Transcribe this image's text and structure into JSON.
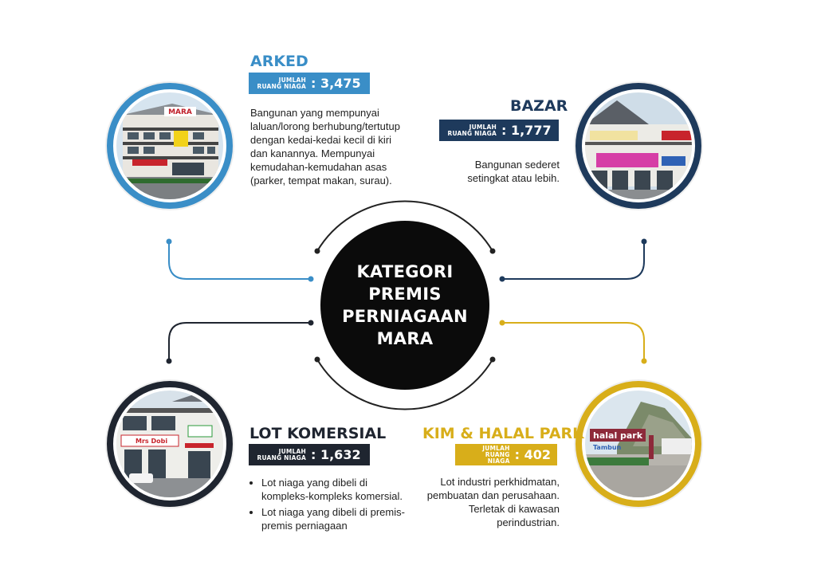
{
  "center": {
    "title": "KATEGORI PREMIS PERNIAGAAN MARA"
  },
  "colors": {
    "arked": "#3a8ec7",
    "bazar": "#1e3a5c",
    "lot": "#1f2530",
    "kim": "#d8ae1a",
    "center": "#0b0b0b"
  },
  "badge_label": "JUMLAH\nRUANG NIAGA",
  "categories": {
    "arked": {
      "title": "ARKED",
      "value": ": 3,475",
      "description": "Bangunan yang mempunyai laluan/lorong berhubung/tertutup dengan kedai-kedai kecil di kiri dan kanannya. Mempunyai kemudahan-kemudahan asas (parker, tempat makan, surau)."
    },
    "bazar": {
      "title": "BAZAR",
      "value": ": 1,777",
      "description": "Bangunan sederet setingkat atau lebih."
    },
    "lot": {
      "title": "LOT KOMERSIAL",
      "value": ": 1,632",
      "bullets": [
        "Lot niaga yang dibeli di kompleks-kompleks komersial.",
        "Lot niaga yang dibeli di premis-premis perniagaan"
      ]
    },
    "kim": {
      "title": "KIM & HALAL PARK",
      "value": ": 402",
      "description": "Lot industri perkhidmatan, pembuatan dan perusahaan. Terletak di kawasan perindustrian."
    }
  },
  "photo_signs": {
    "arked_sign": "MARA",
    "lot_sign": "Mrs Dobi",
    "kim_sign_left": "halal",
    "kim_sign_right": "park",
    "kim_sign_sub": "Tambun"
  }
}
